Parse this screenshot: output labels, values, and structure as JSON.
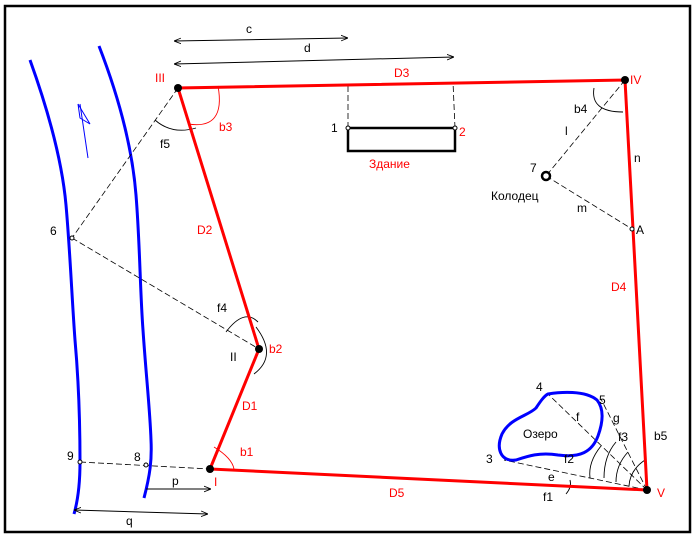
{
  "colors": {
    "polygon": "#ff0000",
    "river": "#0000ff",
    "lake": "#0000ff",
    "construction": "#000000",
    "frame": "#000000",
    "background": "#ffffff"
  },
  "labels": {
    "vertex_I": "I",
    "vertex_II": "II",
    "vertex_III": "III",
    "vertex_IV": "IV",
    "vertex_V": "V",
    "side_D1": "D1",
    "side_D2": "D2",
    "side_D3": "D3",
    "side_D4": "D4",
    "side_D5": "D5",
    "angle_b1": "b1",
    "angle_b2": "b2",
    "angle_b3": "b3",
    "angle_b4": "b4",
    "angle_b5": "b5",
    "building": "Здание",
    "well": "Колодец",
    "lake": "Озеро",
    "dim_c": "c",
    "dim_d": "d",
    "dim_p": "p",
    "dim_q": "q",
    "line_l": "l",
    "line_m": "m",
    "line_n": "n",
    "line_e": "e",
    "line_f": "f",
    "line_g": "g",
    "angle_f1": "f1",
    "angle_f2": "f2",
    "angle_f3": "f3",
    "angle_f4": "f4",
    "angle_f5": "f5",
    "point_A": "A",
    "pt1": "1",
    "pt2": "2",
    "pt3": "3",
    "pt4": "4",
    "pt5": "5",
    "pt6": "6",
    "pt7": "7",
    "pt8": "8",
    "pt9": "9"
  }
}
